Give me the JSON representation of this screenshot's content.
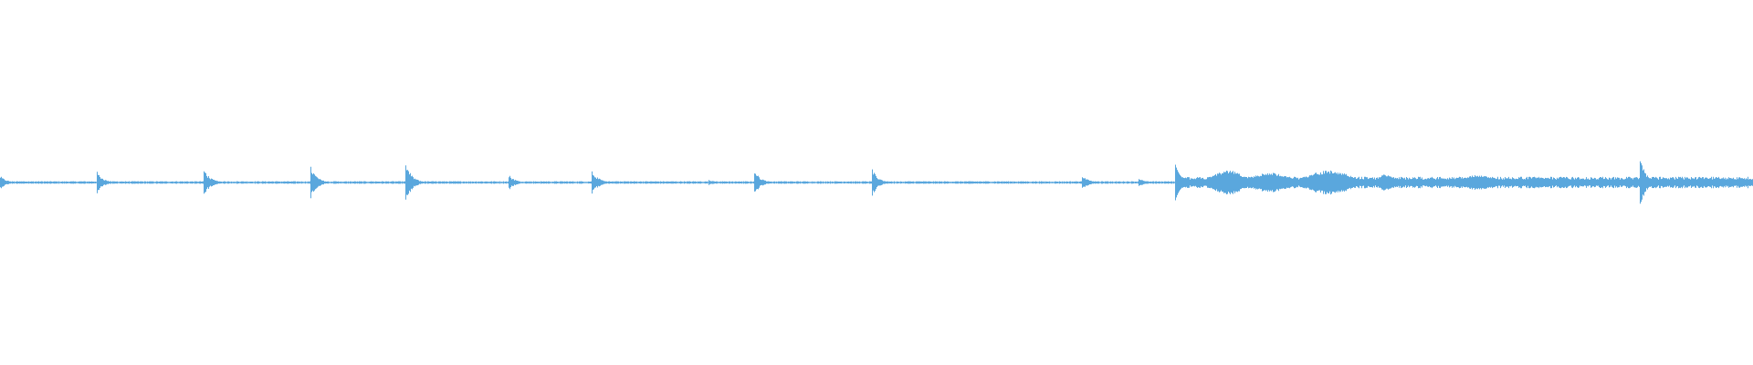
{
  "waveform": {
    "color": "#5aa7dd",
    "baseline_color": "#5aa7dd",
    "transients": [
      {
        "t": 0.0,
        "amp": 0.04
      },
      {
        "t": 0.055,
        "amp": 0.07
      },
      {
        "t": 0.116,
        "amp": 0.09
      },
      {
        "t": 0.177,
        "amp": 0.1
      },
      {
        "t": 0.231,
        "amp": 0.13
      },
      {
        "t": 0.29,
        "amp": 0.05
      },
      {
        "t": 0.337,
        "amp": 0.09
      },
      {
        "t": 0.404,
        "amp": 0.02
      },
      {
        "t": 0.43,
        "amp": 0.08
      },
      {
        "t": 0.497,
        "amp": 0.09
      },
      {
        "t": 0.617,
        "amp": 0.05
      },
      {
        "t": 0.649,
        "amp": 0.03
      },
      {
        "t": 0.935,
        "amp": 0.17
      }
    ],
    "dense_section": {
      "start": 0.67,
      "end": 1.0,
      "base_amp": 0.035,
      "swells": [
        {
          "center": 0.7,
          "width": 0.012,
          "amp": 0.075
        },
        {
          "center": 0.724,
          "width": 0.014,
          "amp": 0.06
        },
        {
          "center": 0.758,
          "width": 0.016,
          "amp": 0.075
        },
        {
          "center": 0.79,
          "width": 0.006,
          "amp": 0.05
        },
        {
          "center": 0.842,
          "width": 0.014,
          "amp": 0.045
        },
        {
          "center": 0.88,
          "width": 0.01,
          "amp": 0.03
        }
      ],
      "onset": {
        "t": 0.67,
        "amp": 0.12
      }
    }
  }
}
